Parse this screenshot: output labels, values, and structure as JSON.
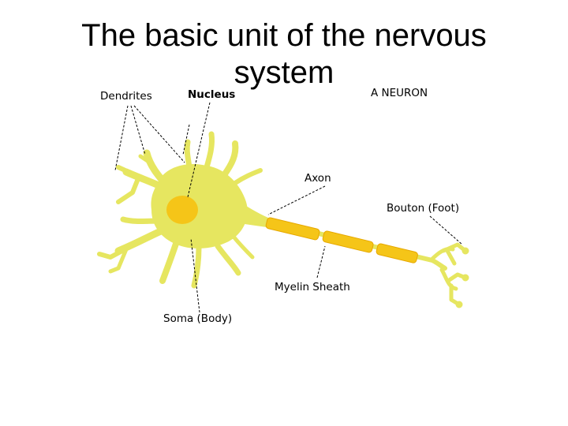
{
  "title": "The basic unit of the nervous system",
  "diagram": {
    "heading": "A NEURON",
    "labels": {
      "dendrites": "Dendrites",
      "nucleus": "Nucleus",
      "axon": "Axon",
      "bouton": "Bouton (Foot)",
      "myelin": "Myelin Sheath",
      "soma": "Soma (Body)"
    },
    "colors": {
      "cell_body": "#e6e660",
      "nucleus": "#f5c518",
      "myelin": "#f5c518"
    }
  }
}
